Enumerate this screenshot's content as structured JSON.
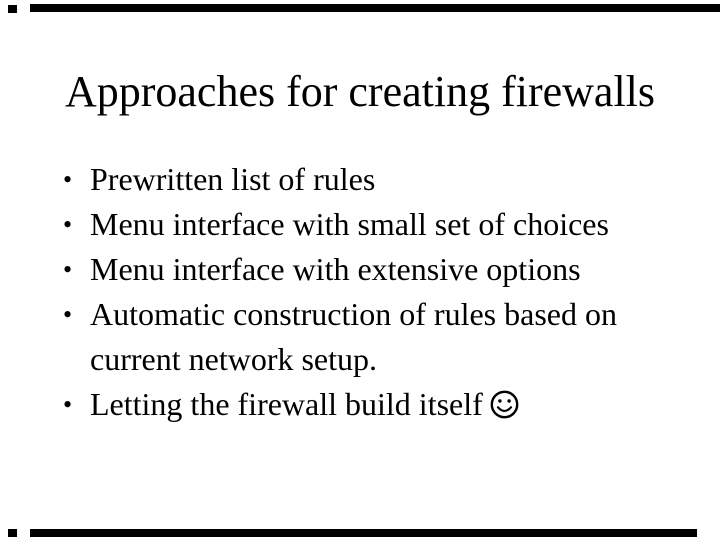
{
  "slide": {
    "title": "Approaches for creating firewalls",
    "bullet_char": "•",
    "bullets": [
      {
        "text": "Prewritten list of rules"
      },
      {
        "text": "Menu interface with small set of choices"
      },
      {
        "text": "Menu interface with extensive options"
      },
      {
        "text": "Automatic construction of rules based on current network setup."
      },
      {
        "text": "Letting the firewall build itself",
        "icon": "smiley-face-icon"
      }
    ],
    "colors": {
      "background": "#ffffff",
      "text": "#000000",
      "scan_artifact": "#000000"
    }
  }
}
